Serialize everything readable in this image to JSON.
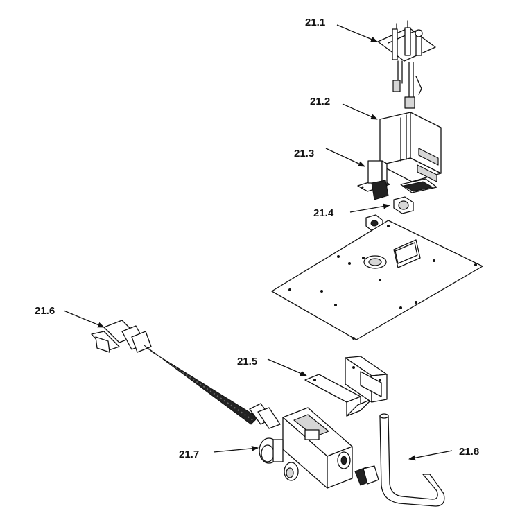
{
  "diagram": {
    "callouts": [
      {
        "id": "21.1",
        "label": "21.1"
      },
      {
        "id": "21.2",
        "label": "21.2"
      },
      {
        "id": "21.3",
        "label": "21.3"
      },
      {
        "id": "21.4",
        "label": "21.4"
      },
      {
        "id": "21.5",
        "label": "21.5"
      },
      {
        "id": "21.6",
        "label": "21.6"
      },
      {
        "id": "21.7",
        "label": "21.7"
      },
      {
        "id": "21.8",
        "label": "21.8"
      }
    ],
    "colors": {
      "line": "#111111",
      "background": "#ffffff",
      "shade": "#d6d6d6"
    }
  }
}
